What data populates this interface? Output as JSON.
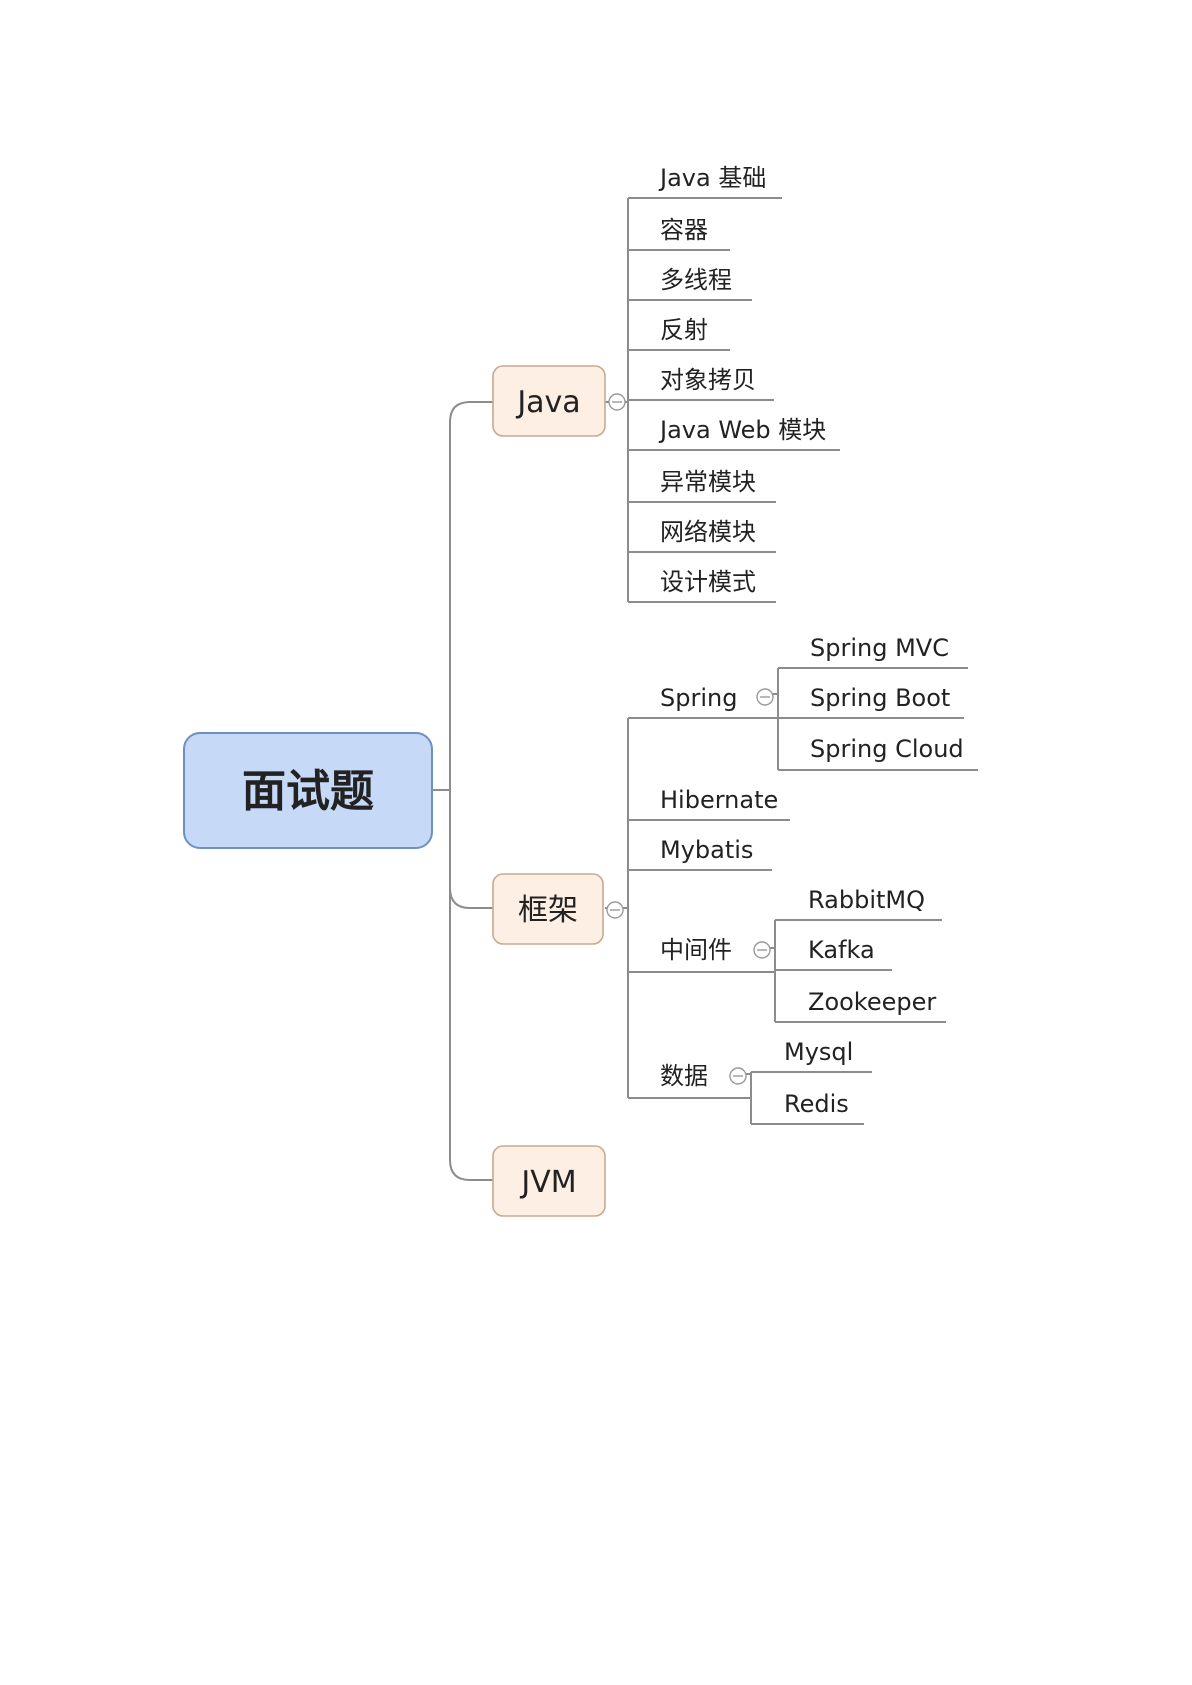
{
  "mindmap": {
    "root": "面试题",
    "branches": [
      {
        "label": "Java",
        "children": [
          {
            "label": "Java 基础"
          },
          {
            "label": "容器"
          },
          {
            "label": "多线程"
          },
          {
            "label": "反射"
          },
          {
            "label": "对象拷贝"
          },
          {
            "label": "Java Web 模块"
          },
          {
            "label": "异常模块"
          },
          {
            "label": "网络模块"
          },
          {
            "label": "设计模式"
          }
        ]
      },
      {
        "label": "框架",
        "children": [
          {
            "label": "Spring",
            "children": [
              "Spring MVC",
              "Spring Boot",
              "Spring Cloud"
            ]
          },
          {
            "label": "Hibernate"
          },
          {
            "label": "Mybatis"
          },
          {
            "label": "中间件",
            "children": [
              "RabbitMQ",
              "Kafka",
              "Zookeeper"
            ]
          },
          {
            "label": "数据",
            "children": [
              "Mysql",
              "Redis"
            ]
          }
        ]
      },
      {
        "label": "JVM",
        "children": []
      }
    ]
  }
}
